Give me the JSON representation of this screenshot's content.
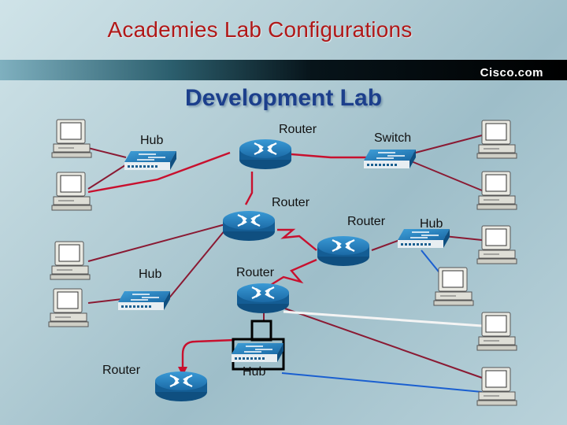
{
  "slide": {
    "title": "Academies Lab Configurations",
    "brand": "Cisco.com",
    "heading": "Development Lab"
  },
  "labels": {
    "hub_top_left": "Hub",
    "router_top_center": "Router",
    "switch_top_right": "Switch",
    "router_mid_center": "Router",
    "router_mid_right": "Router",
    "hub_right": "Hub",
    "hub_left_lower": "Hub",
    "router_lower_center": "Router",
    "router_bottom_left": "Router",
    "hub_bottom_center": "Hub"
  },
  "colors": {
    "title": "#b01818",
    "heading": "#1c3f8c",
    "ethernet_link": "#8a1a33",
    "serial_link": "#c8102e",
    "blue_link": "#1a5fd0",
    "white_link": "#f4f4f4",
    "device_blue": "#1a6fa8",
    "highlight_box": "#000000"
  }
}
